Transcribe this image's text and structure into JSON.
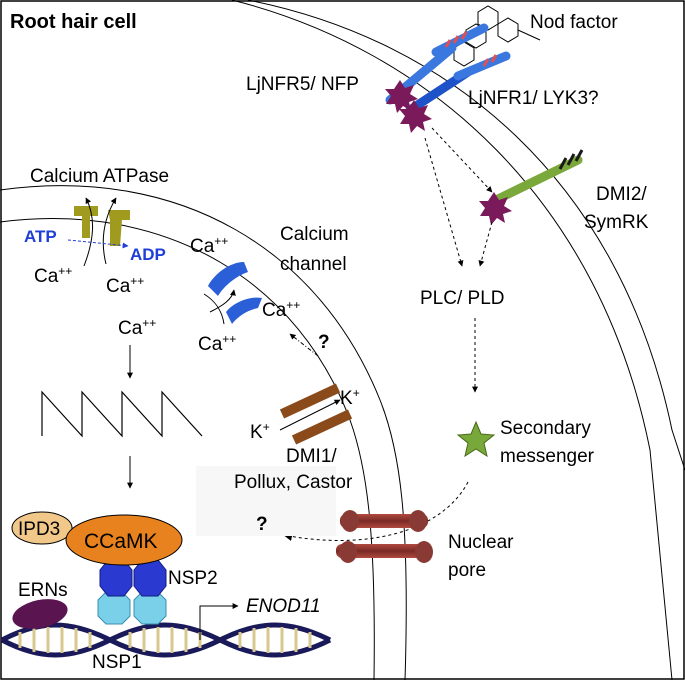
{
  "title": "Root hair cell",
  "labels": {
    "nod_factor": "Nod factor",
    "nfr5": "LjNFR5/ NFP",
    "nfr1": "LjNFR1/ LYK3?",
    "dmi2_line1": "DMI2/",
    "dmi2_line2": "SymRK",
    "plc": "PLC/ PLD",
    "calcium_atpase": "Calcium ATPase",
    "atp": "ATP",
    "adp": "ADP",
    "ca_left": "Ca",
    "ca_mid": "Ca",
    "ca_center": "Ca",
    "ca_channel_top": "Ca",
    "ca_channel_right": "Ca",
    "ca_channel_bottom": "Ca",
    "ca_sup": "++",
    "calcium_channel_line1": "Calcium",
    "calcium_channel_line2": "channel",
    "question1": "?",
    "question2": "?",
    "k_right": "K",
    "k_left": "K",
    "k_sup": "+",
    "dmi1_line1": "DMI1/",
    "dmi1_line2": "Pollux, Castor",
    "secondary_line1": "Secondary",
    "secondary_line2": "messenger",
    "nuclear_line1": "Nuclear",
    "nuclear_line2": "pore",
    "ipd3": "IPD3",
    "ccamk": "CCaMK",
    "nsp2": "NSP2",
    "nsp1": "NSP1",
    "erns": "ERNs",
    "enod11": "ENOD11"
  },
  "colors": {
    "receptor_blue": "#3a78e0",
    "receptor_dark_blue": "#1e52c8",
    "receptor_band": "#e05050",
    "receptor_star": "#7a1a5a",
    "dmi2_green": "#7aa83a",
    "atpase_olive": "#a09a1e",
    "channel_blue": "#2a5fd8",
    "dmi1_brown": "#8a4a1a",
    "nuclear_pore": "#8a3a34",
    "star_green": "#78a83a",
    "ipd3_fill": "#f2c88a",
    "ccamk_fill": "#e8821e",
    "nsp2_fill": "#2a3ad0",
    "nsp1_fill": "#7ad0e8",
    "erns_fill": "#5a1450",
    "dna_dark": "#1a1a5a",
    "dna_light": "#d8c890"
  }
}
